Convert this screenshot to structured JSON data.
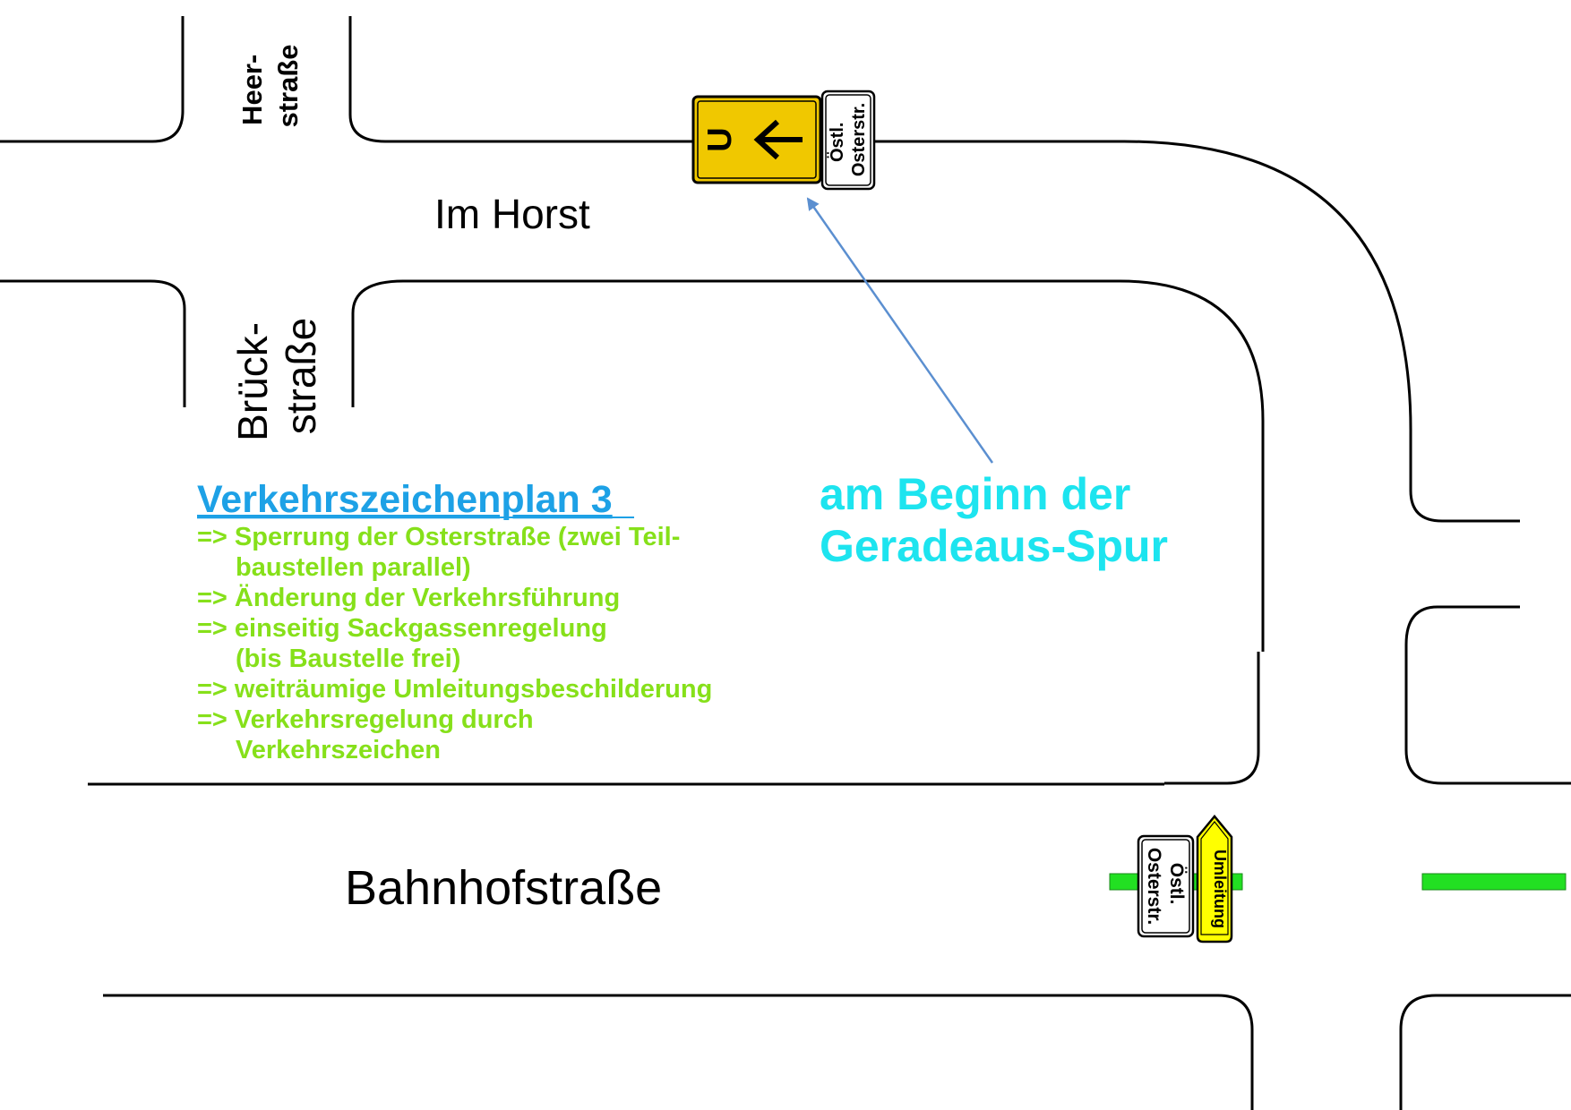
{
  "streets": {
    "heerstrasse": [
      "Heer-",
      "straße"
    ],
    "brueckstrasse": [
      "Brück-",
      "straße"
    ],
    "im_horst": "Im Horst",
    "bahnhofstrasse": "Bahnhofstraße"
  },
  "plan": {
    "title": "Verkehrszeichenplan 3",
    "lines": [
      "=> Sperrung der Osterstraße (zwei Teil-",
      "baustellen parallel)",
      "=> Änderung der Verkehrsführung",
      "=> einseitig Sackgassenregelung",
      "(bis Baustelle frei)",
      "=> weiträumige Umleitungsbeschilderung",
      "=> Verkehrsregelung durch",
      "Verkehrszeichen"
    ]
  },
  "callout": {
    "lines": [
      "am Beginn der",
      "Geradeaus-Spur"
    ]
  },
  "signs": {
    "upper_detour": {
      "glyph": "U",
      "plate": [
        "Östl.",
        "Osterstr."
      ]
    },
    "lower_detour": {
      "arrow_label": "Umleitung",
      "plate": [
        "Östl.",
        "Osterstr."
      ]
    }
  },
  "colors": {
    "sign_yellow": "#f0c800",
    "umleitung_yellow": "#ffff00",
    "barrier_green": "#22e022",
    "title_blue": "#1da1e6",
    "note_green": "#86e01a",
    "callout_cyan": "#1de4ef",
    "pointer_blue": "#5b8fd0"
  }
}
